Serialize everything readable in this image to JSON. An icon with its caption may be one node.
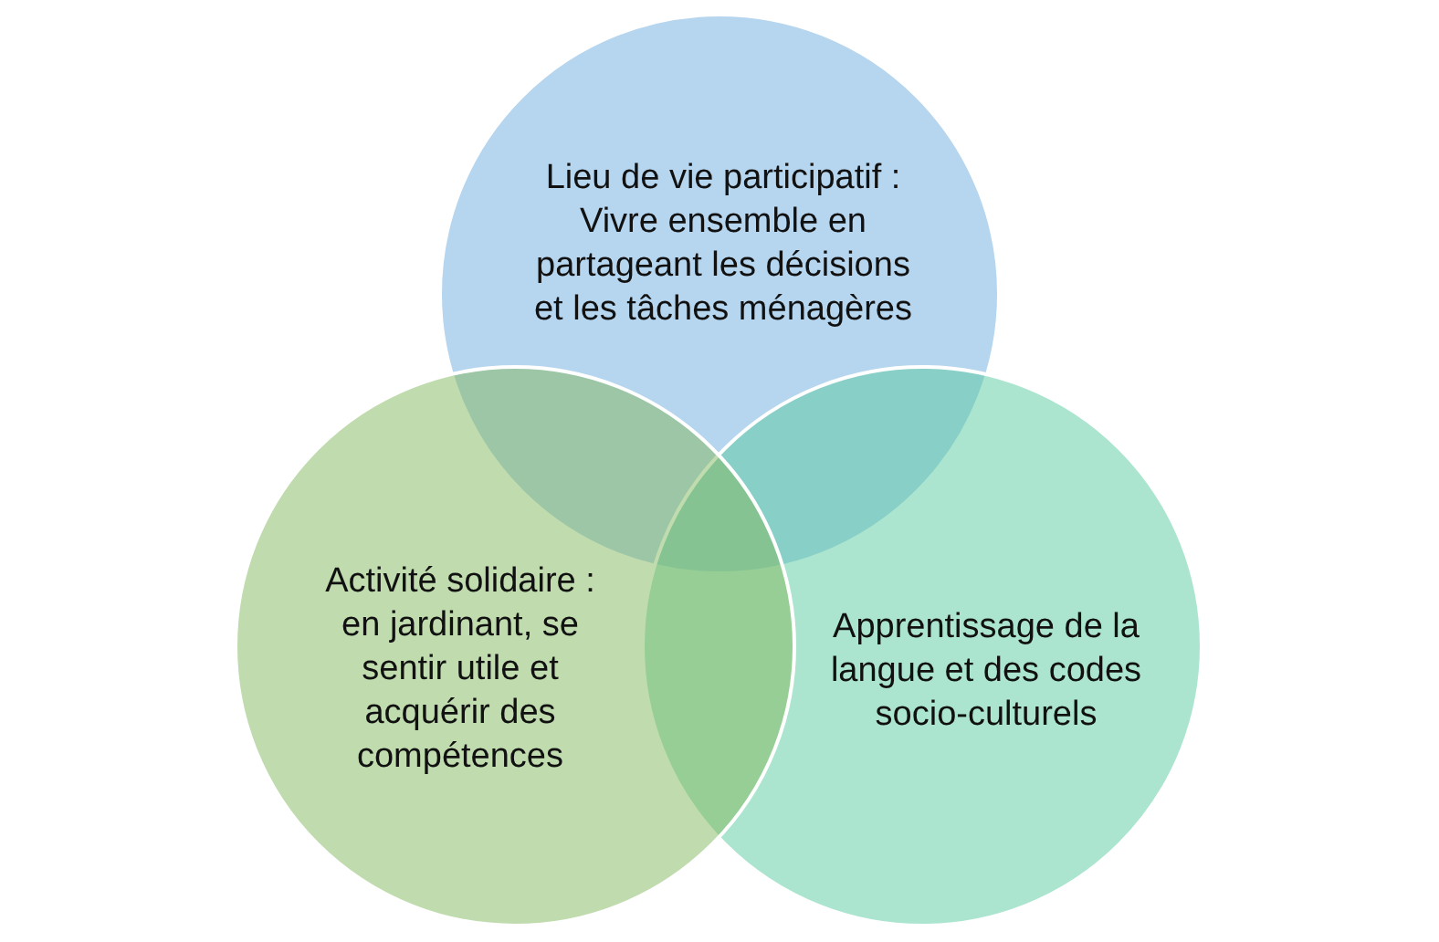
{
  "diagram": {
    "nodes": [
      {
        "text": [
          "Lieu de vie participatif : Vivre ensemble en partageant les décisions et les tâches ménagères"
        ]
      },
      {
        "text": [
          "Activité solidaire : en jardinant, se sentir utile et acquérir des compétences"
        ]
      },
      {
        "text": [
          "Apprentissage de la langue et des codes socio-culturels"
        ]
      }
    ]
  }
}
